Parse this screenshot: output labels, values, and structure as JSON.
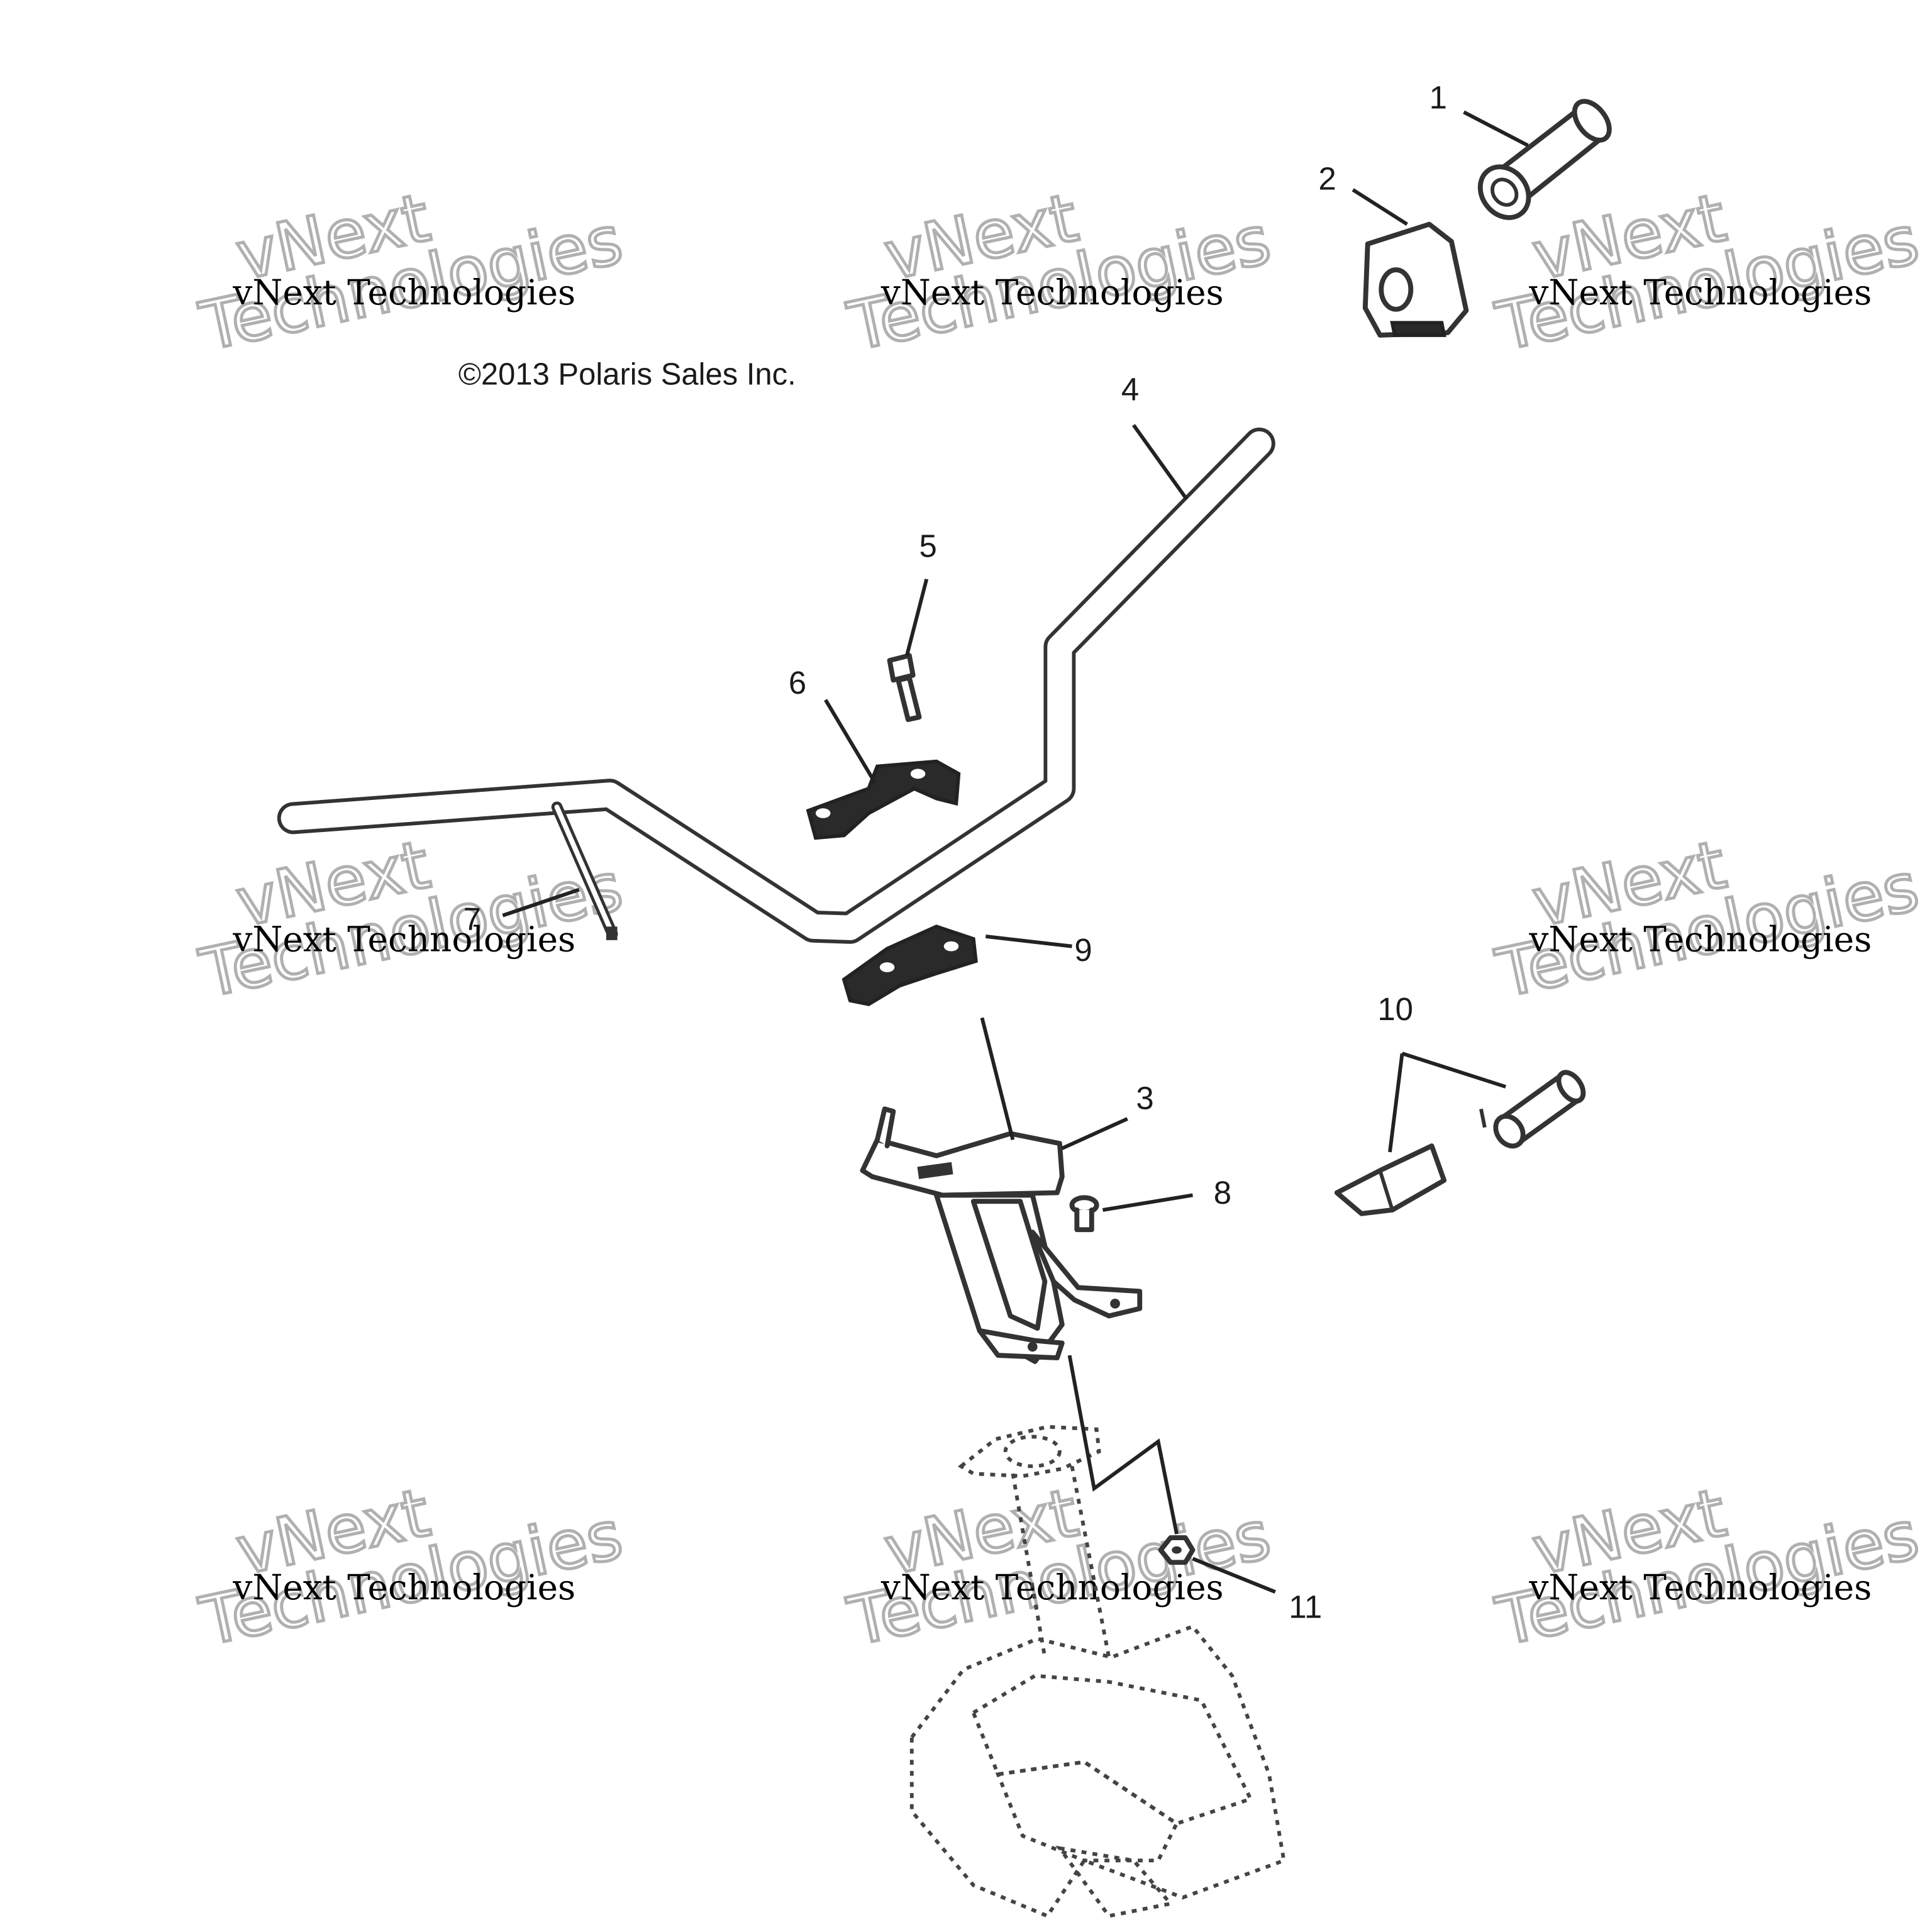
{
  "copyright": "©2013 Polaris Sales Inc.",
  "watermark": {
    "line1": "vNext Technologies",
    "line2": "vNext",
    "line3": "Technologies"
  },
  "callouts": {
    "c1": "1",
    "c2": "2",
    "c3": "3",
    "c4": "4",
    "c5": "5",
    "c6": "6",
    "c7": "7",
    "c8": "8",
    "c9": "9",
    "c10": "10",
    "c11": "11"
  },
  "colors": {
    "line": "#333333",
    "watermark_outline": "#b0b0b0"
  }
}
